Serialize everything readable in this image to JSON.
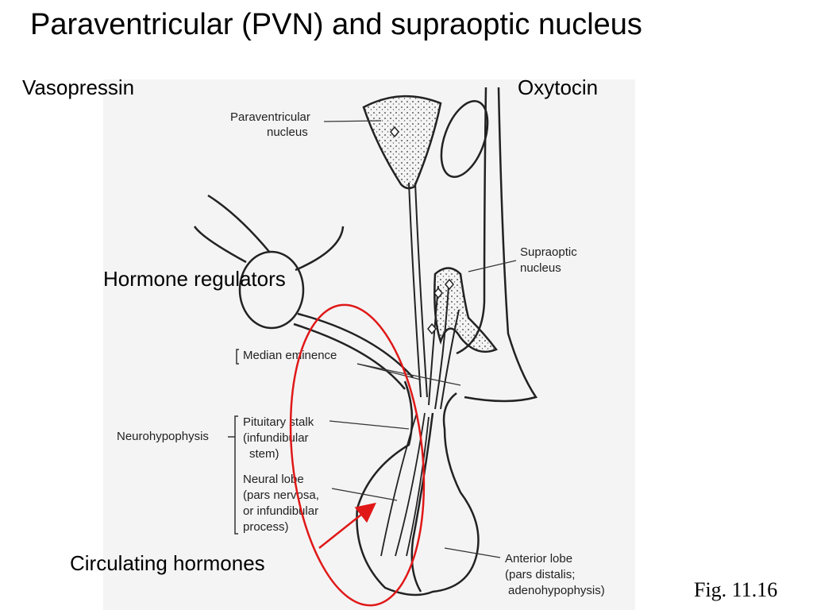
{
  "title": "Paraventricular (PVN) and supraoptic nucleus",
  "labels": {
    "vasopressin": "Vasopressin",
    "oxytocin": "Oxytocin",
    "hormone_regulators": "Hormone regulators",
    "circulating_hormones": "Circulating hormones",
    "fig_number": "Fig. 11.16"
  },
  "diagram": {
    "paraventricular_line1": "Paraventricular",
    "paraventricular_line2": "nucleus",
    "supraoptic_line1": "Supraoptic",
    "supraoptic_line2": "nucleus",
    "median_eminence": "Median eminence",
    "neurohypophysis": "Neurohypophysis",
    "stalk_line1": "Pituitary stalk",
    "stalk_line2": "(infundibular",
    "stalk_line3": "stem)",
    "neural_line1": "Neural lobe",
    "neural_line2": "(pars nervosa,",
    "neural_line3": "or infundibular",
    "neural_line4": "process)",
    "anterior_line1": "Anterior lobe",
    "anterior_line2": "(pars distalis;",
    "anterior_line3": "adenohypophysis)"
  },
  "colors": {
    "annotation": "#e01818",
    "ink": "#222222"
  }
}
